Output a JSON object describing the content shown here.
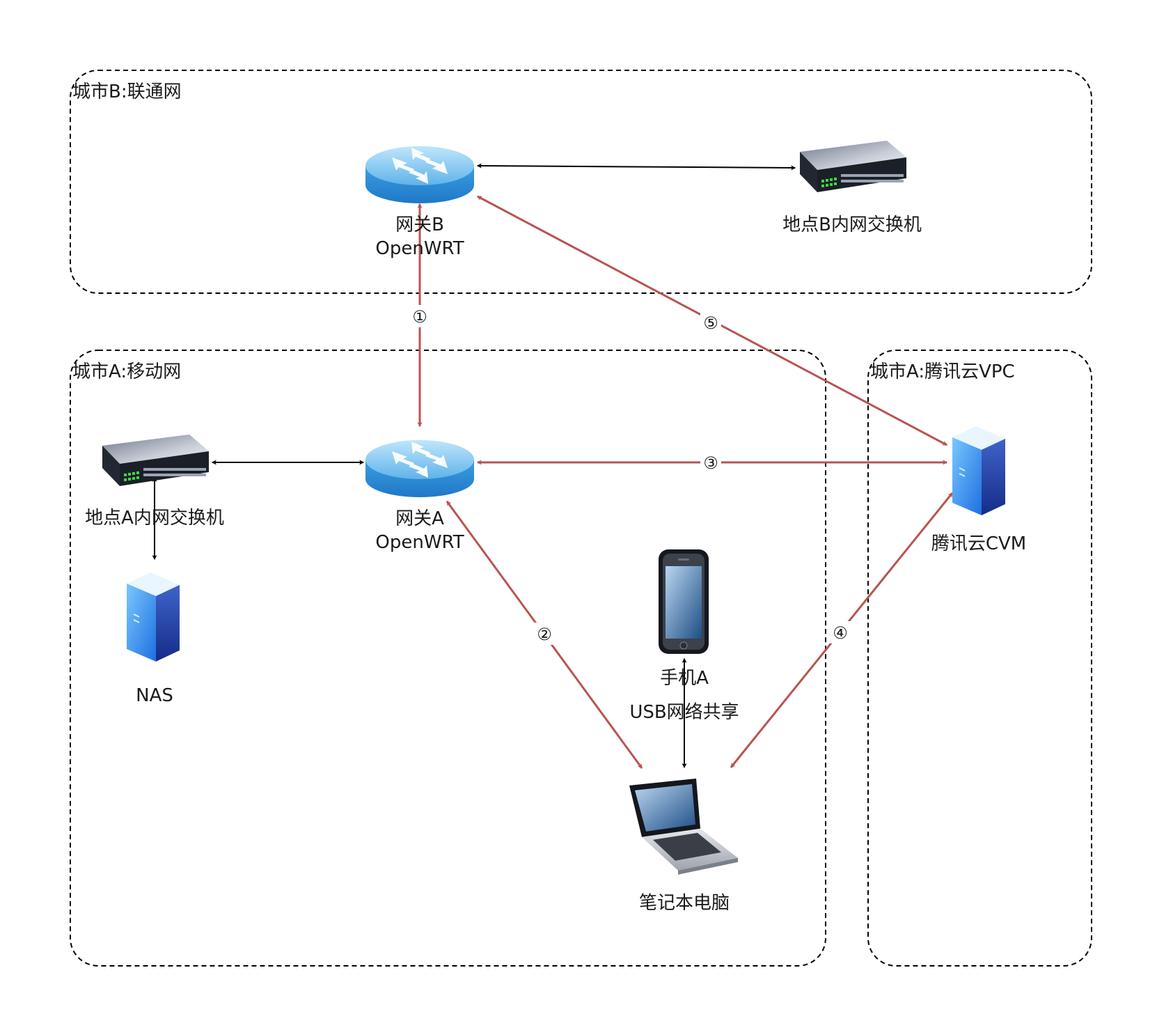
{
  "colors": {
    "red_link": "#b85450",
    "black_link": "#000000",
    "border": "#000000"
  },
  "zones": {
    "city_b": {
      "label": "城市B:联通网"
    },
    "city_a_mobile": {
      "label": "城市A:移动网"
    },
    "city_a_tencent": {
      "label": "城市A:腾讯云VPC"
    }
  },
  "nodes": {
    "gateway_b": {
      "icon": "router-icon",
      "line1": "网关B",
      "line2": "OpenWRT"
    },
    "switch_b": {
      "icon": "switch-icon",
      "line1": "地点B内网交换机"
    },
    "switch_a": {
      "icon": "switch-icon",
      "line1": "地点A内网交换机"
    },
    "gateway_a": {
      "icon": "router-icon",
      "line1": "网关A",
      "line2": "OpenWRT"
    },
    "nas": {
      "icon": "server-icon",
      "line1": "NAS"
    },
    "phone": {
      "icon": "phone-icon",
      "line1": "手机A",
      "line2": "USB网络共享"
    },
    "laptop": {
      "icon": "laptop-icon",
      "line1": "笔记本电脑"
    },
    "cvm": {
      "icon": "server-icon",
      "line1": "腾讯云CVM"
    }
  },
  "links": {
    "l1": {
      "label": "①"
    },
    "l2": {
      "label": "②"
    },
    "l3": {
      "label": "③"
    },
    "l4": {
      "label": "④"
    },
    "l5": {
      "label": "⑤"
    }
  }
}
